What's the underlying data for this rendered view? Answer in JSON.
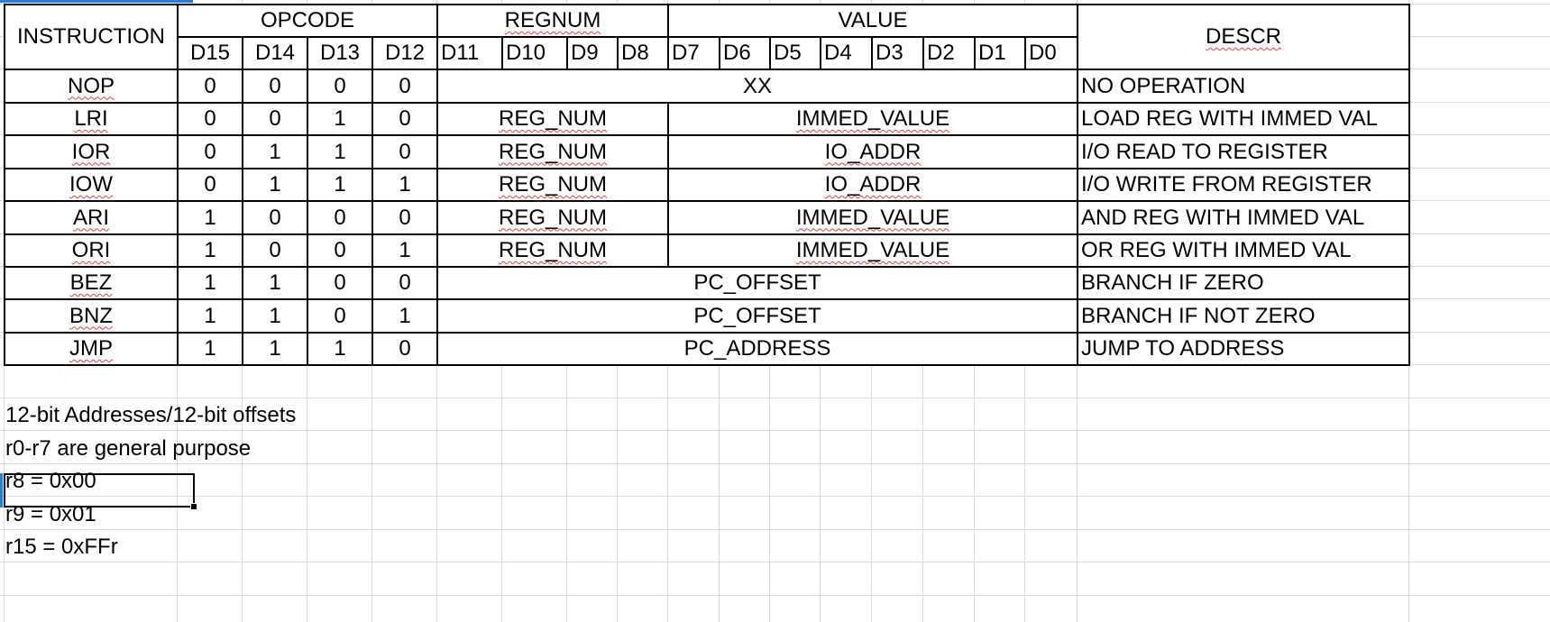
{
  "header": {
    "instruction": "INSTRUCTION",
    "opcode": "OPCODE",
    "regnum": "REGNUM",
    "value": "VALUE",
    "descr": "DESCR",
    "bits": [
      "D15",
      "D14",
      "D13",
      "D12",
      "D11",
      "D10",
      "D9",
      "D8",
      "D7",
      "D6",
      "D5",
      "D4",
      "D3",
      "D2",
      "D1",
      "D0"
    ]
  },
  "rows": [
    {
      "name": "NOP",
      "opcode": [
        "0",
        "0",
        "0",
        "0"
      ],
      "field": "XX",
      "descr": "NO OPERATION"
    },
    {
      "name": "LRI",
      "opcode": [
        "0",
        "0",
        "1",
        "0"
      ],
      "reg": "REG_NUM",
      "value": "IMMED_VALUE",
      "descr": "LOAD REG WITH IMMED VAL"
    },
    {
      "name": "IOR",
      "opcode": [
        "0",
        "1",
        "1",
        "0"
      ],
      "reg": "REG_NUM",
      "value": "IO_ADDR",
      "descr": "I/O READ TO REGISTER"
    },
    {
      "name": "IOW",
      "opcode": [
        "0",
        "1",
        "1",
        "1"
      ],
      "reg": "REG_NUM",
      "value": "IO_ADDR",
      "descr": "I/O WRITE FROM REGISTER"
    },
    {
      "name": "ARI",
      "opcode": [
        "1",
        "0",
        "0",
        "0"
      ],
      "reg": "REG_NUM",
      "value": "IMMED_VALUE",
      "descr": "AND REG WITH IMMED VAL"
    },
    {
      "name": "ORI",
      "opcode": [
        "1",
        "0",
        "0",
        "1"
      ],
      "reg": "REG_NUM",
      "value": "IMMED_VALUE",
      "descr": "OR REG WITH IMMED VAL"
    },
    {
      "name": "BEZ",
      "opcode": [
        "1",
        "1",
        "0",
        "0"
      ],
      "field": "PC_OFFSET",
      "descr": "BRANCH IF ZERO"
    },
    {
      "name": "BNZ",
      "opcode": [
        "1",
        "1",
        "0",
        "1"
      ],
      "field": "PC_OFFSET",
      "descr": "BRANCH IF NOT ZERO"
    },
    {
      "name": "JMP",
      "opcode": [
        "1",
        "1",
        "1",
        "0"
      ],
      "field": "PC_ADDRESS",
      "descr": "JUMP TO ADDRESS"
    }
  ],
  "notes": [
    "12-bit Addresses/12-bit offsets",
    "r0-r7 are general purpose",
    "r8 = 0x00",
    "r9 = 0x01",
    "r15 = 0xFFr"
  ],
  "colors": {
    "border": "#000000",
    "gridline": "#d9d9d9",
    "spellcheck": "#e8403b",
    "selection": "#2b7bd3"
  }
}
